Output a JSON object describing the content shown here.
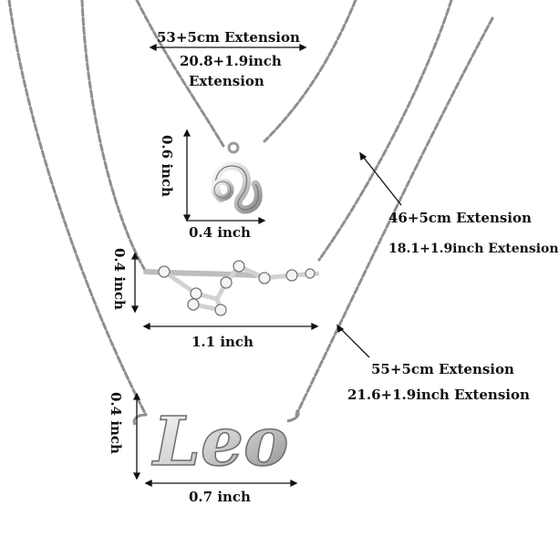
{
  "necklace_1": {
    "length_cm": "53+5cm Extension",
    "length_in": "20.8+1.9inch",
    "length_in_suffix": "Extension",
    "pendant_height": "0.6 inch",
    "pendant_width": "0.4 inch"
  },
  "necklace_2": {
    "length_cm": "46+5cm Extension",
    "length_in": "18.1+1.9inch Extension",
    "pendant_height": "0.4 inch",
    "pendant_width": "1.1 inch"
  },
  "necklace_3": {
    "length_cm": "55+5cm Extension",
    "length_in": "21.6+1.9inch Extension",
    "pendant_height": "0.4 inch",
    "pendant_width": "0.7 inch",
    "pendant_text": "Leo"
  },
  "colors": {
    "chain": "#8f8f8f",
    "silver_light": "#e6e6e6",
    "silver_dark": "#7a7a7a",
    "text": "#111111"
  }
}
